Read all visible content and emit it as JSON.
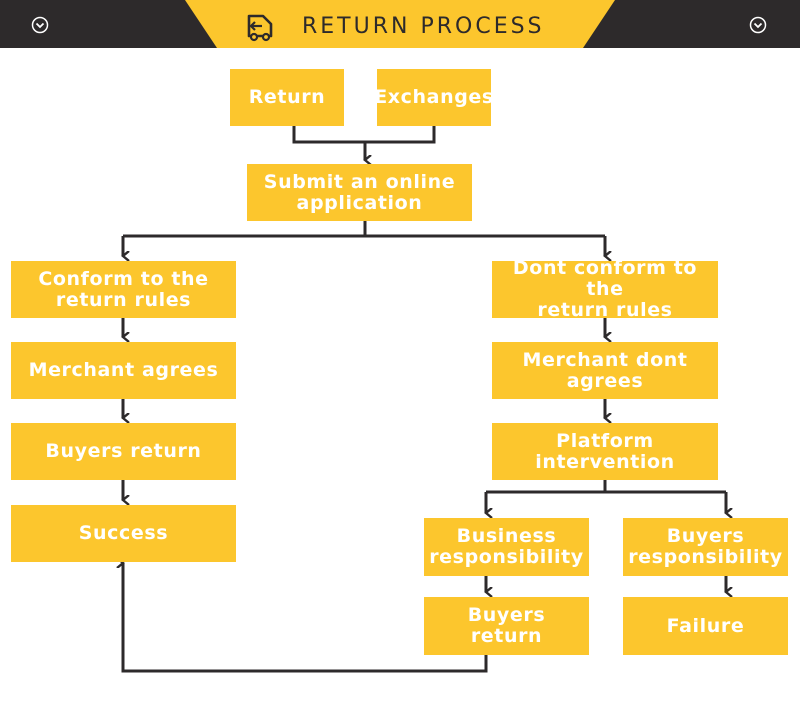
{
  "header": {
    "title": "RETURN PROCESS",
    "left_icon": "chevron-down-circle-icon",
    "right_icon": "chevron-down-circle-icon",
    "title_icon": "delivery-truck-icon"
  },
  "colors": {
    "box": "#fcc62d",
    "banner": "#fcc62d",
    "bar": "#2d2a2b",
    "text": "#ffffff",
    "line": "#2d2a2b"
  },
  "nodes": {
    "return": "Return",
    "exchanges": "Exchanges",
    "submit": "Submit an online\napplication",
    "conform": "Conform to the\nreturn rules",
    "dont_conform": "Dont conform to the\nreturn rules",
    "merchant_agrees": "Merchant agrees",
    "merchant_dont_agrees": "Merchant dont agrees",
    "buyers_return_left": "Buyers return",
    "platform": "Platform\nintervention",
    "success": "Success",
    "business_resp": "Business\nresponsibility",
    "buyers_resp": "Buyers\nresponsibility",
    "buyers_return_right": "Buyers\nreturn",
    "failure": "Failure"
  }
}
